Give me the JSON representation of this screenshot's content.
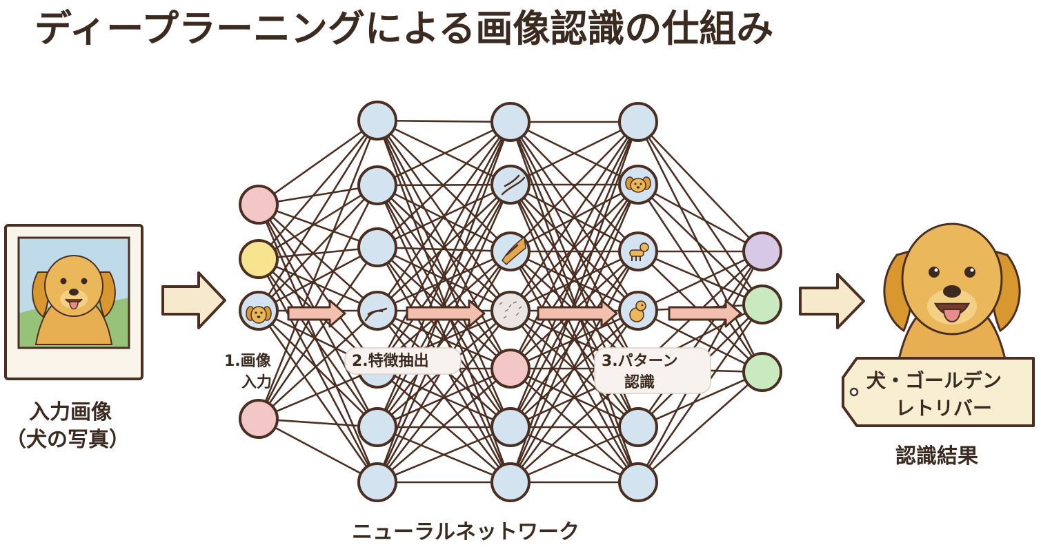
{
  "title": "ディープラーニングによる画像認識の仕組み",
  "input": {
    "caption_line1": "入力画像",
    "caption_line2": "（犬の写真）"
  },
  "network": {
    "caption": "ニューラルネットワーク",
    "steps": [
      {
        "line1": "1.画像",
        "line2": "入力"
      },
      {
        "line1": "2.特徴抽出",
        "line2": ""
      },
      {
        "line1": "3.パターン",
        "line2": "認識"
      }
    ]
  },
  "result": {
    "tag_line1": "犬・ゴールデン",
    "tag_line2": "レトリバー",
    "caption": "認識結果"
  },
  "colors": {
    "background": "#ffffff",
    "edge": "#4a2e22",
    "node_blue": "#d3e3ef",
    "node_pink": "#f4c7c7",
    "node_yellow": "#f6e48f",
    "node_purple": "#d7c8e8",
    "node_green": "#c9eac0",
    "arrow_peach": "#f3c0b0",
    "arrow_cream": "#f6e9cc",
    "dog_fur": "#eab75a",
    "tag_fill": "#f8eed2"
  }
}
